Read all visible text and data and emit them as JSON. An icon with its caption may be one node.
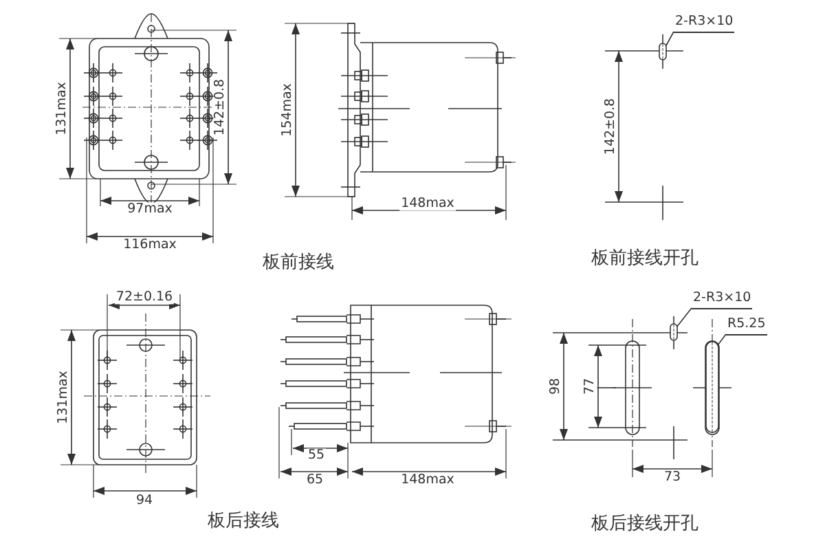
{
  "diagram": {
    "nodes": [
      {
        "text": [
          "2-R3×10"
        ]
      },
      {
        "text": [],
        "shape": "box"
      },
      {
        "text": [
          "2-R3×10"
        ]
      },
      {
        "text": [],
        "shape": "box"
      },
      {
        "text": [
          "R5.25"
        ]
      },
      {
        "text": [],
        "shape": "box"
      }
    ],
    "edges": [
      {
        "from": 0,
        "to": 1,
        "arrow": "none"
      },
      {
        "from": 2,
        "to": 3,
        "arrow": "none"
      },
      {
        "from": 4,
        "to": 5,
        "arrow": "none"
      }
    ],
    "labels": [
      "131max",
      "142±0.8",
      "97max",
      "116max",
      "154max",
      "148max",
      "板前接线",
      "142±0.8",
      "板前接线开孔",
      "72±0.16",
      "131max",
      "94",
      "55",
      "65",
      "148max",
      "板后接线",
      "98",
      "77",
      "73",
      "板后接线开孔"
    ]
  }
}
